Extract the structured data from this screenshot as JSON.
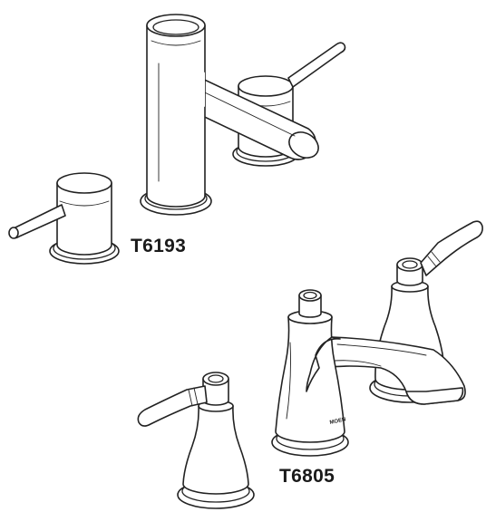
{
  "labels": {
    "top_model": "T6193",
    "bottom_model": "T6805"
  },
  "brand_mark": "MOEN",
  "colors": {
    "line": "#222222",
    "background": "#ffffff",
    "label": "#1a1a1a"
  }
}
